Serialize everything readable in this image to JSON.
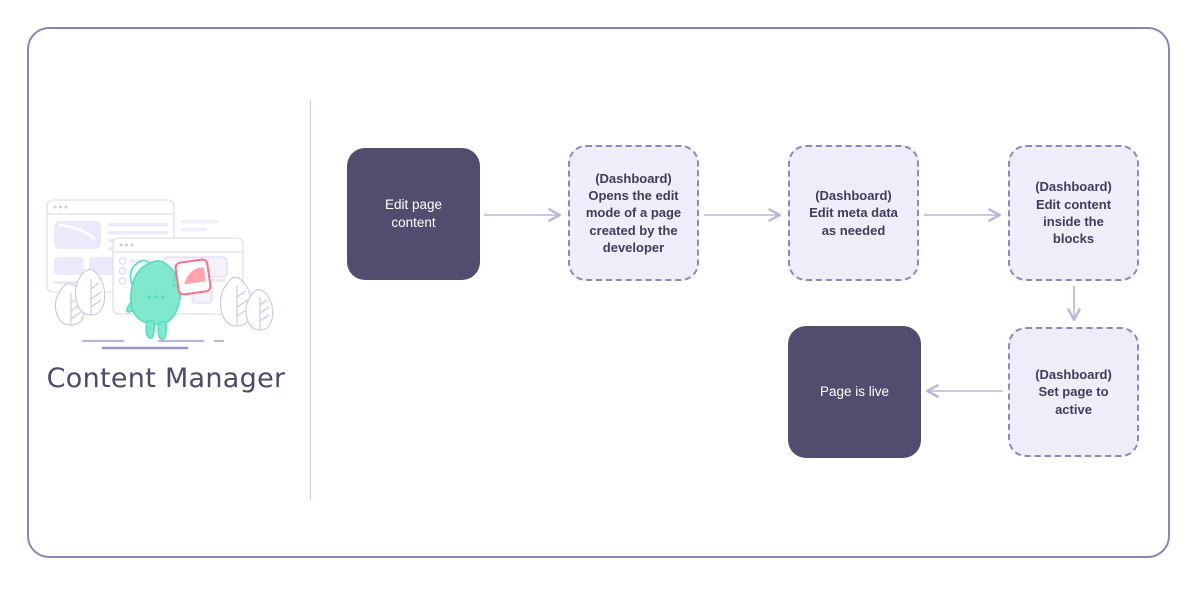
{
  "frame": {
    "border_color": "#8b85b5"
  },
  "left_panel": {
    "title": "Content Manager",
    "illustration_name": "content-manager-illustration",
    "colors": {
      "mascot": "#7fe8cd",
      "card": "#fb7185",
      "outline": "#c9c7e4",
      "panel_text": "#4b4b6a"
    }
  },
  "flow": {
    "accent_dark": "#514d6e",
    "accent_light_fill": "#eeedf9",
    "accent_dashed_border": "#8e88b8",
    "arrow_color": "#b9b5dc",
    "nodes": [
      {
        "id": "edit-page-content",
        "label": "Edit page\ncontent",
        "style": "solid"
      },
      {
        "id": "opens-edit-mode",
        "label": "(Dashboard)\nOpens the edit\nmode of a page\ncreated by the\ndeveloper",
        "style": "dashed"
      },
      {
        "id": "edit-meta-data",
        "label": "(Dashboard)\nEdit meta data\nas needed",
        "style": "dashed"
      },
      {
        "id": "edit-content",
        "label": "(Dashboard)\nEdit content\ninside the\nblocks",
        "style": "dashed"
      },
      {
        "id": "set-page-active",
        "label": "(Dashboard)\nSet page to\nactive",
        "style": "dashed"
      },
      {
        "id": "page-is-live",
        "label": "Page is live",
        "style": "solid"
      }
    ],
    "connectors": [
      {
        "id": "edit-page-content-to-opens-edit-mode",
        "direction": "right"
      },
      {
        "id": "opens-edit-mode-to-edit-meta-data",
        "direction": "right"
      },
      {
        "id": "edit-meta-data-to-edit-content",
        "direction": "right"
      },
      {
        "id": "edit-content-to-set-page-active",
        "direction": "down"
      },
      {
        "id": "set-page-active-to-page-is-live",
        "direction": "left"
      }
    ]
  }
}
